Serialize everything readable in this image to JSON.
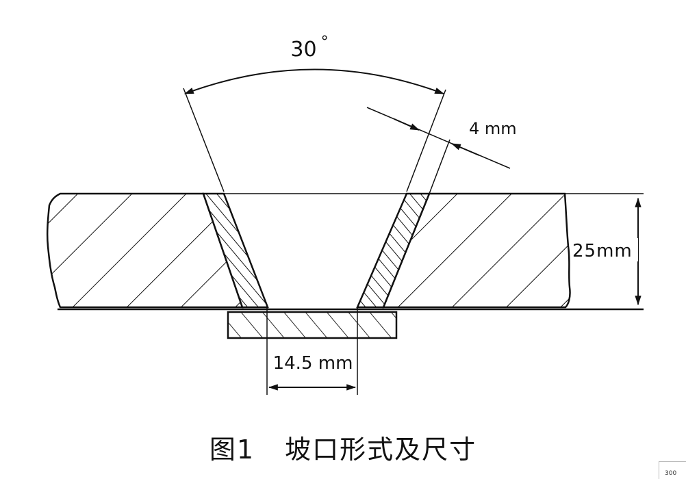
{
  "diagram": {
    "angle_label": "30",
    "angle_unit": "°",
    "land_label": "4 mm",
    "thickness_label": "25mm",
    "gap_label": "14.5 mm"
  },
  "caption": {
    "figure_number": "图1",
    "title": "坡口形式及尺寸"
  },
  "corner_badge": "300"
}
